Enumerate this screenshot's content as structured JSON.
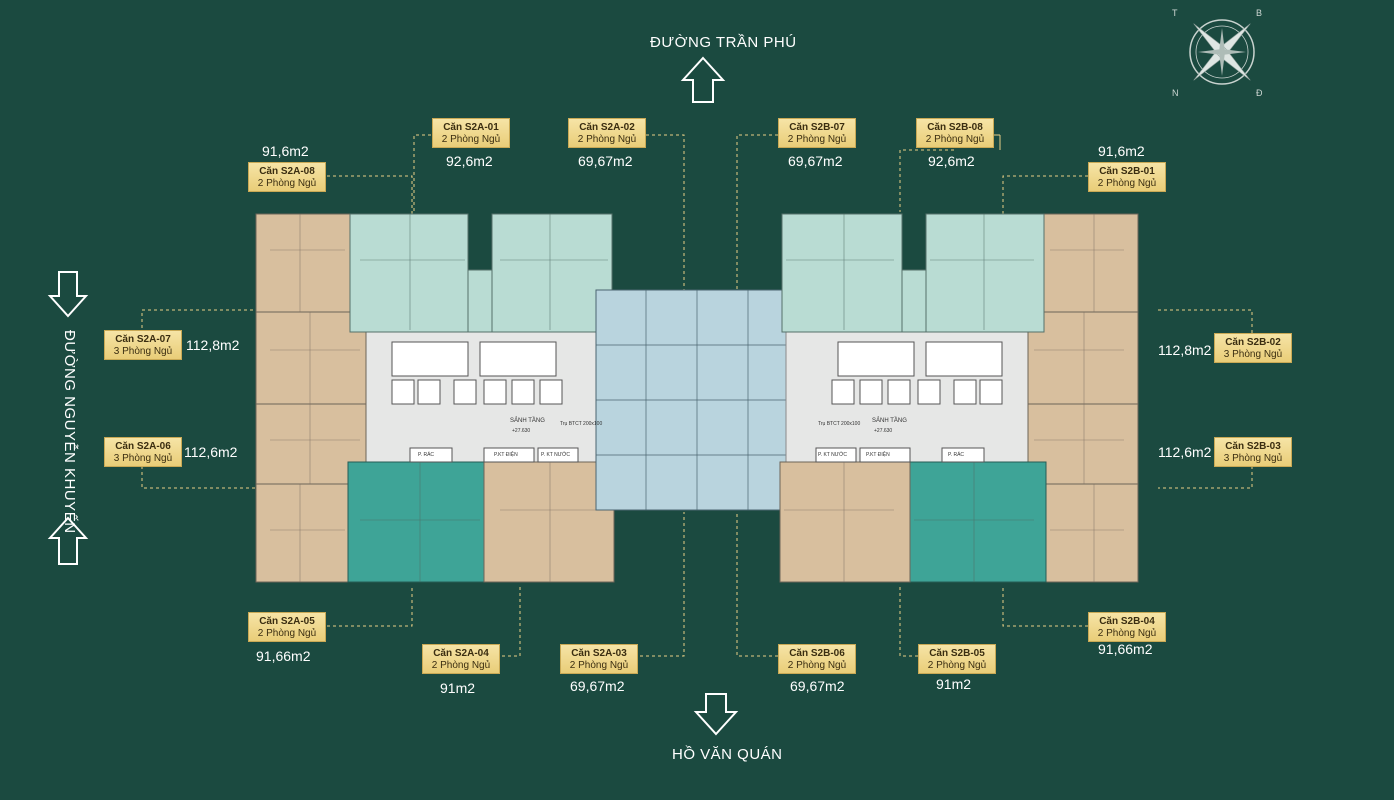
{
  "streets": {
    "top": "ĐƯỜNG TRẦN PHÚ",
    "bottom": "HỒ VĂN QUÁN",
    "left": "ĐƯỜNG NGUYỄN KHUYẾN"
  },
  "compass": {
    "n": "T",
    "e": "B",
    "s": "Đ",
    "w": "N"
  },
  "units": [
    {
      "code": "Căn S2A-01",
      "rooms": "2 Phòng Ngủ",
      "area": "92,6m2"
    },
    {
      "code": "Căn S2A-02",
      "rooms": "2 Phòng Ngủ",
      "area": "69,67m2"
    },
    {
      "code": "Căn S2B-07",
      "rooms": "2 Phòng Ngủ",
      "area": "69,67m2"
    },
    {
      "code": "Căn S2B-08",
      "rooms": "2 Phòng Ngủ",
      "area": "92,6m2"
    },
    {
      "code": "Căn S2A-08",
      "rooms": "2 Phòng Ngủ",
      "area": "91,6m2"
    },
    {
      "code": "Căn S2B-01",
      "rooms": "2 Phòng Ngủ",
      "area": "91,6m2"
    },
    {
      "code": "Căn S2A-07",
      "rooms": "3 Phòng Ngủ",
      "area": "112,8m2"
    },
    {
      "code": "Căn S2A-06",
      "rooms": "3 Phòng Ngủ",
      "area": "112,6m2"
    },
    {
      "code": "Căn S2B-02",
      "rooms": "3 Phòng Ngủ",
      "area": "112,8m2"
    },
    {
      "code": "Căn S2B-03",
      "rooms": "3 Phòng Ngủ",
      "area": "112,6m2"
    },
    {
      "code": "Căn S2A-05",
      "rooms": "2 Phòng Ngủ",
      "area": "91,66m2"
    },
    {
      "code": "Căn S2B-04",
      "rooms": "2 Phòng Ngủ",
      "area": "91,66m2"
    },
    {
      "code": "Căn S2A-04",
      "rooms": "2 Phòng Ngủ",
      "area": "91m2"
    },
    {
      "code": "Căn S2A-03",
      "rooms": "2 Phòng Ngủ",
      "area": "69,67m2"
    },
    {
      "code": "Căn S2B-06",
      "rooms": "2 Phòng Ngủ",
      "area": "69,67m2"
    },
    {
      "code": "Căn S2B-05",
      "rooms": "2 Phòng Ngủ",
      "area": "91m2"
    }
  ],
  "plan_labels": {
    "lobby": "SẢNH TẦNG",
    "col": "Trụ BTCT 200x100",
    "elev": "+27.630",
    "trash": "P. RÁC",
    "elec": "P.KT ĐIỆN",
    "water": "P. KT NƯỚC"
  },
  "colors": {
    "background": "#1b4a40",
    "mint": "#b9dcd3",
    "teal": "#3ea497",
    "tan": "#d8bf9e",
    "blue": "#b9d4de",
    "badge": "#efd78b",
    "core": "#e6e7e6"
  }
}
